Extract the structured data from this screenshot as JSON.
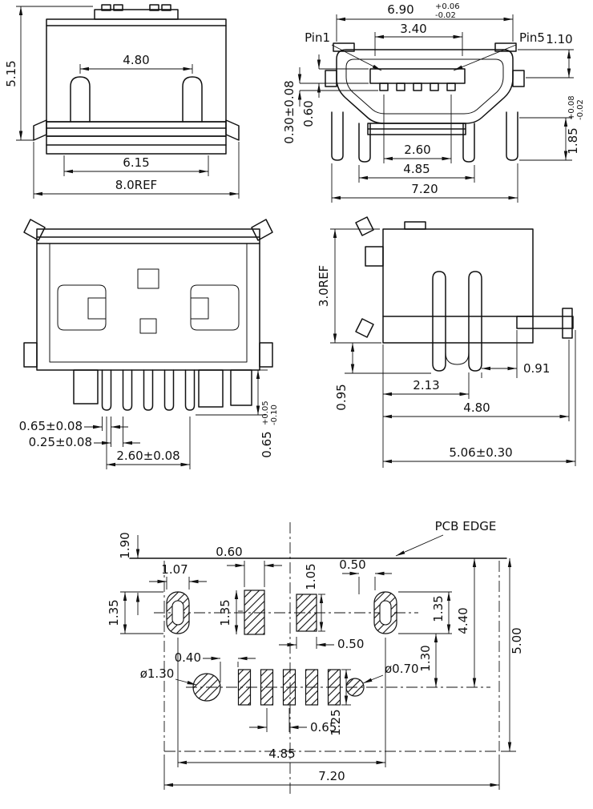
{
  "top_view": {
    "overall_height": "5.15",
    "post_spacing": "4.80",
    "inner_width": "6.15",
    "overall_width": "8.0REF"
  },
  "front_view": {
    "shell_width": "6.90",
    "shell_width_tol_up": "+0.06",
    "shell_width_tol_dn": "-0.02",
    "opening_width": "3.40",
    "pin1": "Pin1",
    "pin5": "Pin5",
    "top_offset": "1.10",
    "pin_offset": "0.30±0.08",
    "pin_height": "0.60",
    "pin_span": "2.60",
    "leg_span": "4.85",
    "overall_width": "7.20",
    "shell_height": "1.85",
    "shell_height_tol_up": "+0.08",
    "shell_height_tol_dn": "-0.02"
  },
  "bottom_view": {
    "pin_width": "0.65±0.08",
    "pin_gap": "0.25±0.08",
    "pin_span": "2.60±0.08",
    "pin_length": "0.65",
    "pin_length_tol_up": "+0.05",
    "pin_length_tol_dn": "-0.10"
  },
  "side_view": {
    "body_height": "3.0REF",
    "leg_height": "0.95",
    "leg_offset": "2.13",
    "foot_gap": "0.91",
    "depth_to_pin": "4.80",
    "overall_depth": "5.06±0.30"
  },
  "pcb_layout": {
    "edge_label": "PCB EDGE",
    "edge_to_pad": "1.90",
    "center_pad_width": "0.60",
    "oval_height_left": "1.35",
    "oval_width": "1.07",
    "rect_pad_height": "1.35",
    "rect_pad2_height": "1.05",
    "gap_top": "0.50",
    "oval_height_right": "1.35",
    "pad2_width": "0.50",
    "row_gap": "1.30",
    "edge_to_row2": "4.40",
    "edge_to_outline": "5.00",
    "hole_gap": "0.40",
    "hole_left_dia": "ø1.30",
    "hole_right_dia": "ø0.70",
    "pad_pitch": "0.65",
    "pad_height": "1.25",
    "hole_span": "4.85",
    "outline_width": "7.20"
  }
}
